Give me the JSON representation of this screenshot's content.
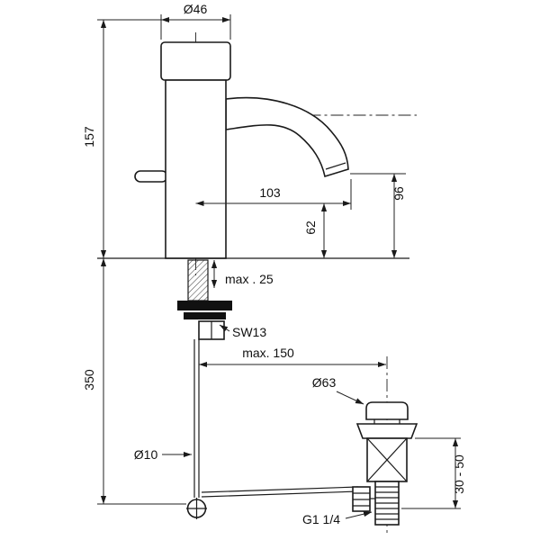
{
  "drawing": {
    "kind": "faucet-installation-dimension-drawing",
    "background": "#ffffff",
    "line_color": "#1a1a1a"
  },
  "labels": {
    "top_diameter": "Ø46",
    "height_upper": "157",
    "spout_reach": "103",
    "spout_height": "96",
    "outlet_height": "62",
    "deck_thickness_max": "max . 25",
    "wrench_size": "SW13",
    "hose_length_max": "max. 150",
    "height_lower": "350",
    "waste_flange_diameter": "Ø63",
    "rod_diameter": "Ø10",
    "waste_height_range": "30 - 50",
    "thread_size": "G1 1/4"
  }
}
